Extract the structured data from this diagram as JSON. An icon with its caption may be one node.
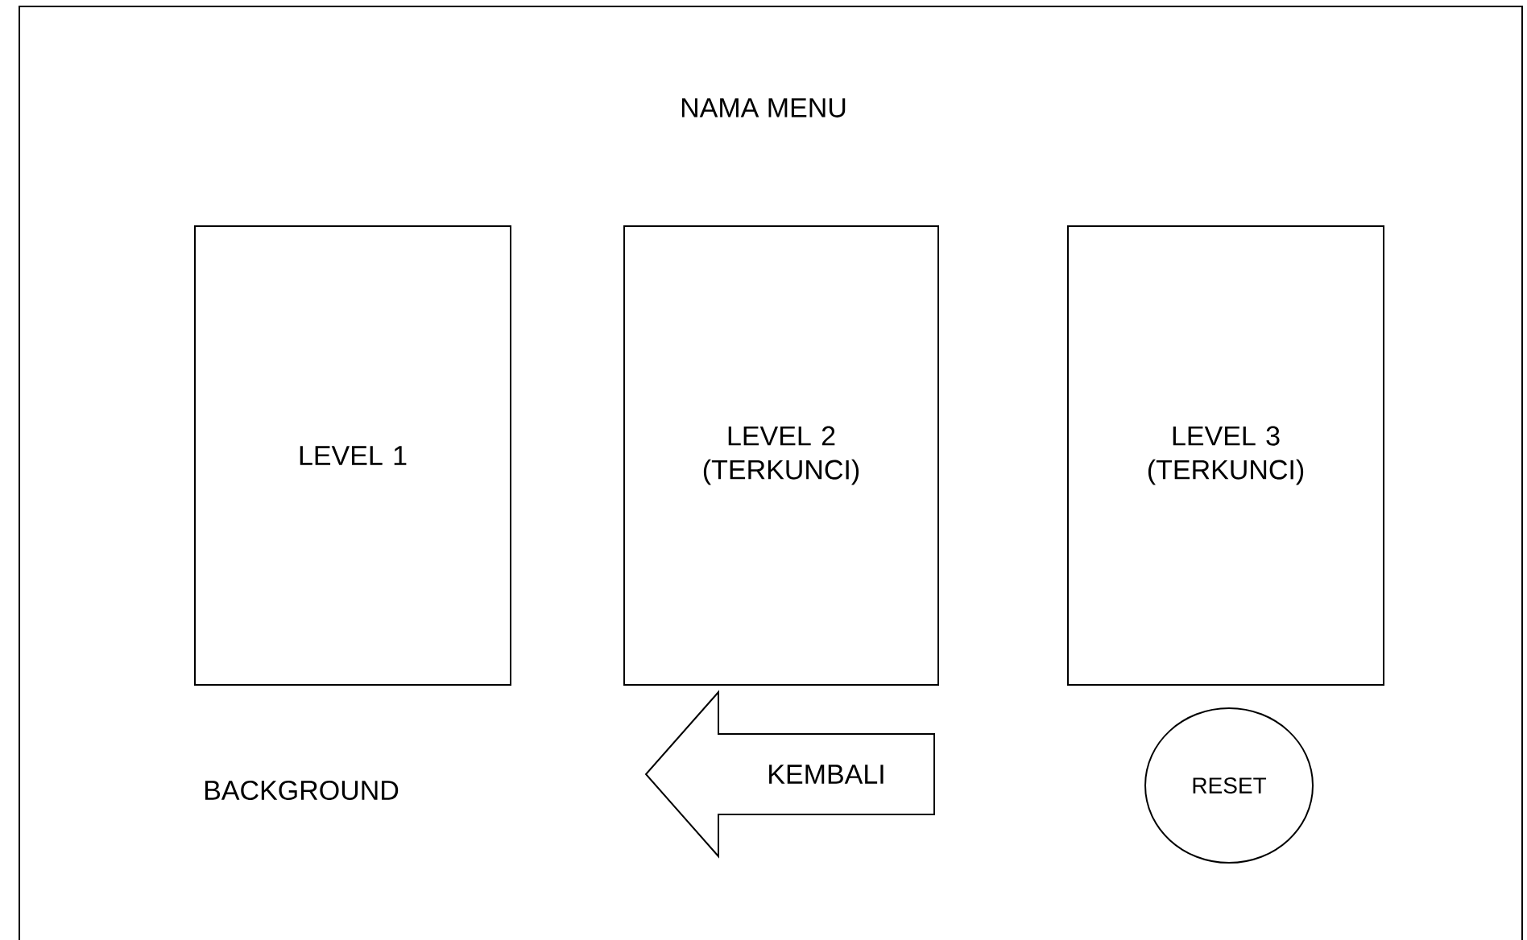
{
  "diagram": {
    "title": "NAMA MENU",
    "nodes": [
      {
        "text": [
          "LEVEL 1"
        ]
      },
      {
        "text": [
          "LEVEL 2 (TERKUNCI)"
        ]
      },
      {
        "text": [
          "LEVEL 3 (TERKUNCI)"
        ]
      },
      {
        "text": [
          "KEMBALI"
        ]
      },
      {
        "text": [
          "RESET"
        ]
      }
    ],
    "labels": [
      "BACKGROUND"
    ]
  }
}
